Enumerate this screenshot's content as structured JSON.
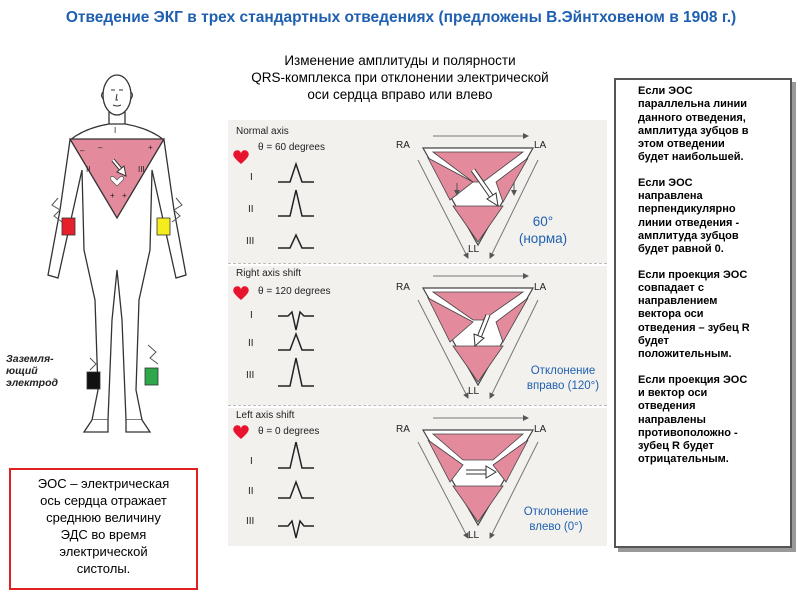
{
  "title": "Отведение ЭКГ в трех стандартных отведениях (предложены В.Эйнтховеном в 1908 г.)",
  "subtitle": [
    "Изменение амплитуды и полярности",
    "QRS-комплекса при отклонении электрической",
    "оси сердца вправо или влево"
  ],
  "ground_label": [
    "Заземля-",
    "ющий",
    "электрод"
  ],
  "figure_signs": {
    "minus": "–",
    "plus": "+",
    "roman1": "I",
    "roman2": "II",
    "roman3": "III"
  },
  "panels": [
    {
      "heading": "Normal axis",
      "theta": "θ = 60 degrees",
      "leads": [
        "I",
        "II",
        "III"
      ],
      "caption": [
        "60°",
        "(норма)"
      ]
    },
    {
      "heading": "Right axis shift",
      "theta": "θ = 120 degrees",
      "leads": [
        "I",
        "II",
        "III"
      ],
      "caption": [
        "Отклонение",
        "вправо (120°)"
      ]
    },
    {
      "heading": "Left axis shift",
      "theta": "θ = 0 degrees",
      "leads": [
        "I",
        "II",
        "III"
      ],
      "caption": [
        "Отклонение",
        "влево (0°)"
      ]
    }
  ],
  "vertex_labels": {
    "ra": "RA",
    "la": "LA",
    "ll": "LL",
    "minus": "–",
    "plus": "+"
  },
  "red_box_text": [
    "ЭОС – электрическая",
    "ось сердца отражает",
    "среднюю величину",
    "ЭДС во время",
    "электрической",
    "систолы."
  ],
  "bullet_symbol": "",
  "bullets": [
    [
      "Если ЭОС",
      "параллельна линии",
      "данного отведения,",
      "амплитуда зубцов в",
      "этом отведении",
      "будет наибольшей."
    ],
    [
      "Если ЭОС",
      "направлена",
      "перпендикулярно",
      "линии отведения -",
      "амплитуда зубцов",
      "будет равной 0."
    ],
    [
      "Если проекция ЭОС",
      "совпадает с",
      "направлением",
      "вектора оси",
      "отведения – зубец R",
      "будет",
      "положительным."
    ],
    [
      "Если проекция ЭОС",
      "и вектор оси",
      "отведения",
      "направлены",
      "противоположно -",
      "зубец R будет",
      "отрицательным."
    ]
  ],
  "colors": {
    "title": "#1f5fb0",
    "triangle": "#e38a9c",
    "heart": "#e8142d",
    "electrode_red": "#e6202a",
    "electrode_yellow": "#f4ec1c",
    "electrode_green": "#2fa84a",
    "electrode_black": "#111111",
    "box_border": "#e02020"
  }
}
